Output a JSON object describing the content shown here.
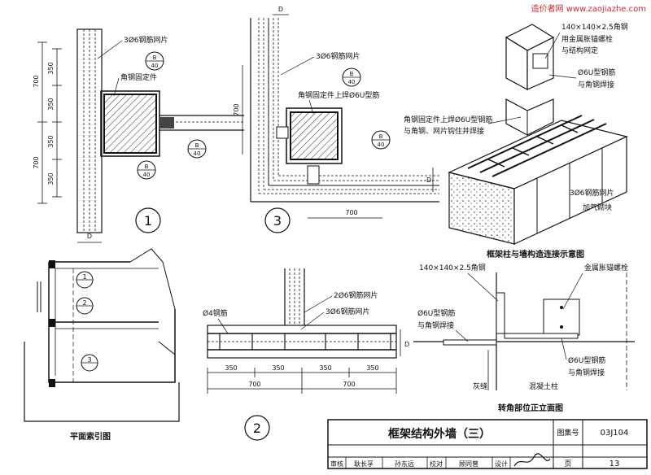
{
  "watermark": "造价者网 www.zaojiazhe.com",
  "title_block": {
    "title": "框架结构外墙（三）",
    "atlas_label": "图集号",
    "atlas_no": "03J104",
    "page_label": "页",
    "page_no": "13",
    "review_label": "审核",
    "reviewer": "耿长孚",
    "check_label": "校对",
    "checker": "孙东远",
    "design_label": "设计",
    "designer": "顾同曾"
  },
  "detail1": {
    "number": "1",
    "mesh_label": "3Ø6钢筋网片",
    "anchor_label": "角钢固定件",
    "section_ref": "B",
    "section_sheet": "40",
    "dims": [
      "350",
      "350",
      "350",
      "350",
      "700",
      "700"
    ],
    "d_label": "D"
  },
  "detail3": {
    "number": "3",
    "mesh_label": "3Ø6钢筋网片",
    "anchor_label": "角钢固定件上焊Ø6U型筋",
    "section_ref": "B",
    "section_sheet": "40",
    "dim_700v": "700",
    "dim_700h": "700",
    "d_label": "D"
  },
  "iso": {
    "angle_label": "140×140×2.5角钢",
    "bolt_label_1": "用金属胀锚螺栓",
    "bolt_label_2": "与结构网定",
    "ubar_label_1": "Ø6U型钢筋",
    "ubar_label_2": "与角钢焊接",
    "fix_label_1": "角钢固定件上焊Ø6U型钢筋",
    "fix_label_2": "与角钢、网片钩住并焊接",
    "mesh_label": "3Ø6钢筋网片",
    "block_label": "加气砌块",
    "d_label": "D",
    "caption": "框架柱与墙构造连接示意图"
  },
  "plan": {
    "caption": "平面索引图",
    "markers": [
      "1",
      "2",
      "3"
    ]
  },
  "detail2": {
    "number": "2",
    "mesh2_label": "2Ø6钢筋网片",
    "mesh3_label": "3Ø6钢筋网片",
    "bar_label": "Ø4钢筋",
    "dims": [
      "350",
      "350",
      "350",
      "350"
    ],
    "dims_total": [
      "700",
      "700"
    ],
    "d_label": "D"
  },
  "elev": {
    "angle_label": "140×140×2.5角钢",
    "bolt_label": "金属胀锚螺栓",
    "ubar1_label_1": "Ø6U型钢筋",
    "ubar1_label_2": "与角钢焊接",
    "ubar2_label_1": "Ø6U型钢筋",
    "ubar2_label_2": "与角钢焊接",
    "joint_label": "灰缝",
    "concrete_label": "混凝土柱",
    "caption": "转角部位正立面图"
  }
}
